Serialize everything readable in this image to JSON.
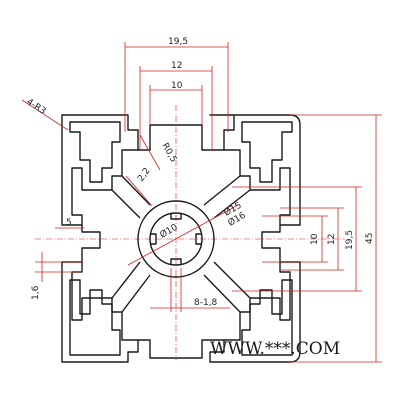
{
  "dimensions": {
    "width_top_outer": "19,5",
    "width_top_mid": "12",
    "width_top_inner": "10",
    "corner_radius": "4-R3",
    "inner_radius": "R0,5",
    "wall_thickness": "2,2",
    "slot_depth_left": "5",
    "bore_dia_1": "Ø15",
    "bore_dia_2": "Ø16",
    "bore_dia_3": "Ø10",
    "right_inner": "10",
    "right_mid": "12",
    "right_outer": "19,5",
    "overall": "45",
    "lip_thickness": "1,6",
    "slot_count": "8-1,8"
  },
  "watermark": "WWW.***.COM",
  "colors": {
    "outline": "#1a1a1a",
    "dimension": "#d42020",
    "background": "#ffffff"
  }
}
